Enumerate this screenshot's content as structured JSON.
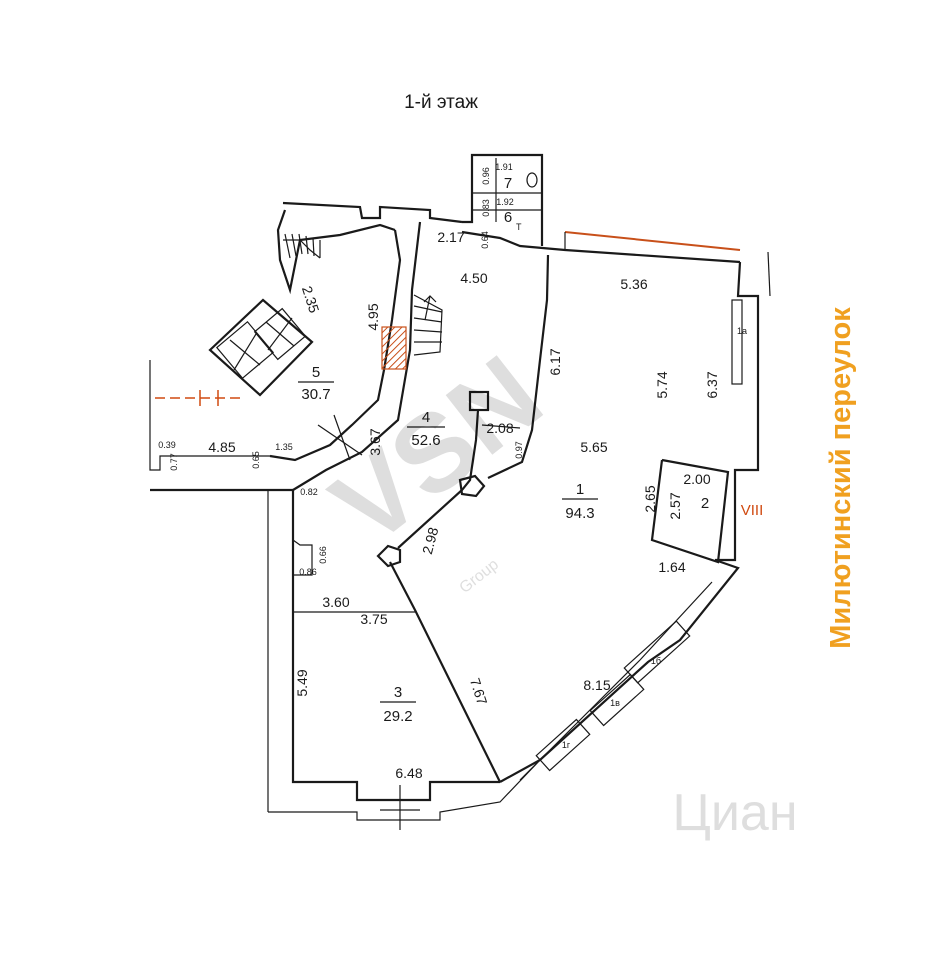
{
  "title": "1-й этаж",
  "street": "Милютинский переулок",
  "facade_label": "VIII",
  "rooms": [
    {
      "number": "1",
      "area": "94.3"
    },
    {
      "number": "2"
    },
    {
      "number": "3",
      "area": "29.2"
    },
    {
      "number": "4",
      "area": "52.6"
    },
    {
      "number": "5",
      "area": "30.7"
    },
    {
      "number": "6"
    },
    {
      "number": "7"
    }
  ],
  "dimensions": {
    "d217": "2.17",
    "d450": "4.50",
    "d536": "5.36",
    "d617": "6.17",
    "d574": "5.74",
    "d637": "6.37",
    "d565": "5.65",
    "d235": "2.35",
    "d495": "4.95",
    "d485": "4.85",
    "d367": "3.67",
    "d208": "2.08",
    "d097": "0.97",
    "d298": "2.98",
    "d200": "2.00",
    "d265": "2.65",
    "d257": "2.57",
    "d164": "1.64",
    "d360": "3.60",
    "d375": "3.75",
    "d549": "5.49",
    "d767": "7.67",
    "d815": "8.15",
    "d648": "6.48",
    "d082": "0.82",
    "d066": "0.66",
    "d086": "0.86",
    "d039": "0.39",
    "d077": "0.77",
    "d065": "0.65",
    "d135": "1.35",
    "d064": "0.64",
    "d083": "0.83",
    "d096": "0.96",
    "d191": "1.91",
    "d192": "1.92"
  },
  "windows": {
    "w1a": "1а",
    "w1b": "1б",
    "w1v": "1в",
    "w1g": "1г"
  },
  "wc_mark": "Т",
  "watermark": {
    "brand": "VSN",
    "sub": "Group",
    "cian": "Циан"
  },
  "colors": {
    "street": "#f0a020",
    "facade": "#d04a10",
    "hatch": "#c8501a"
  }
}
